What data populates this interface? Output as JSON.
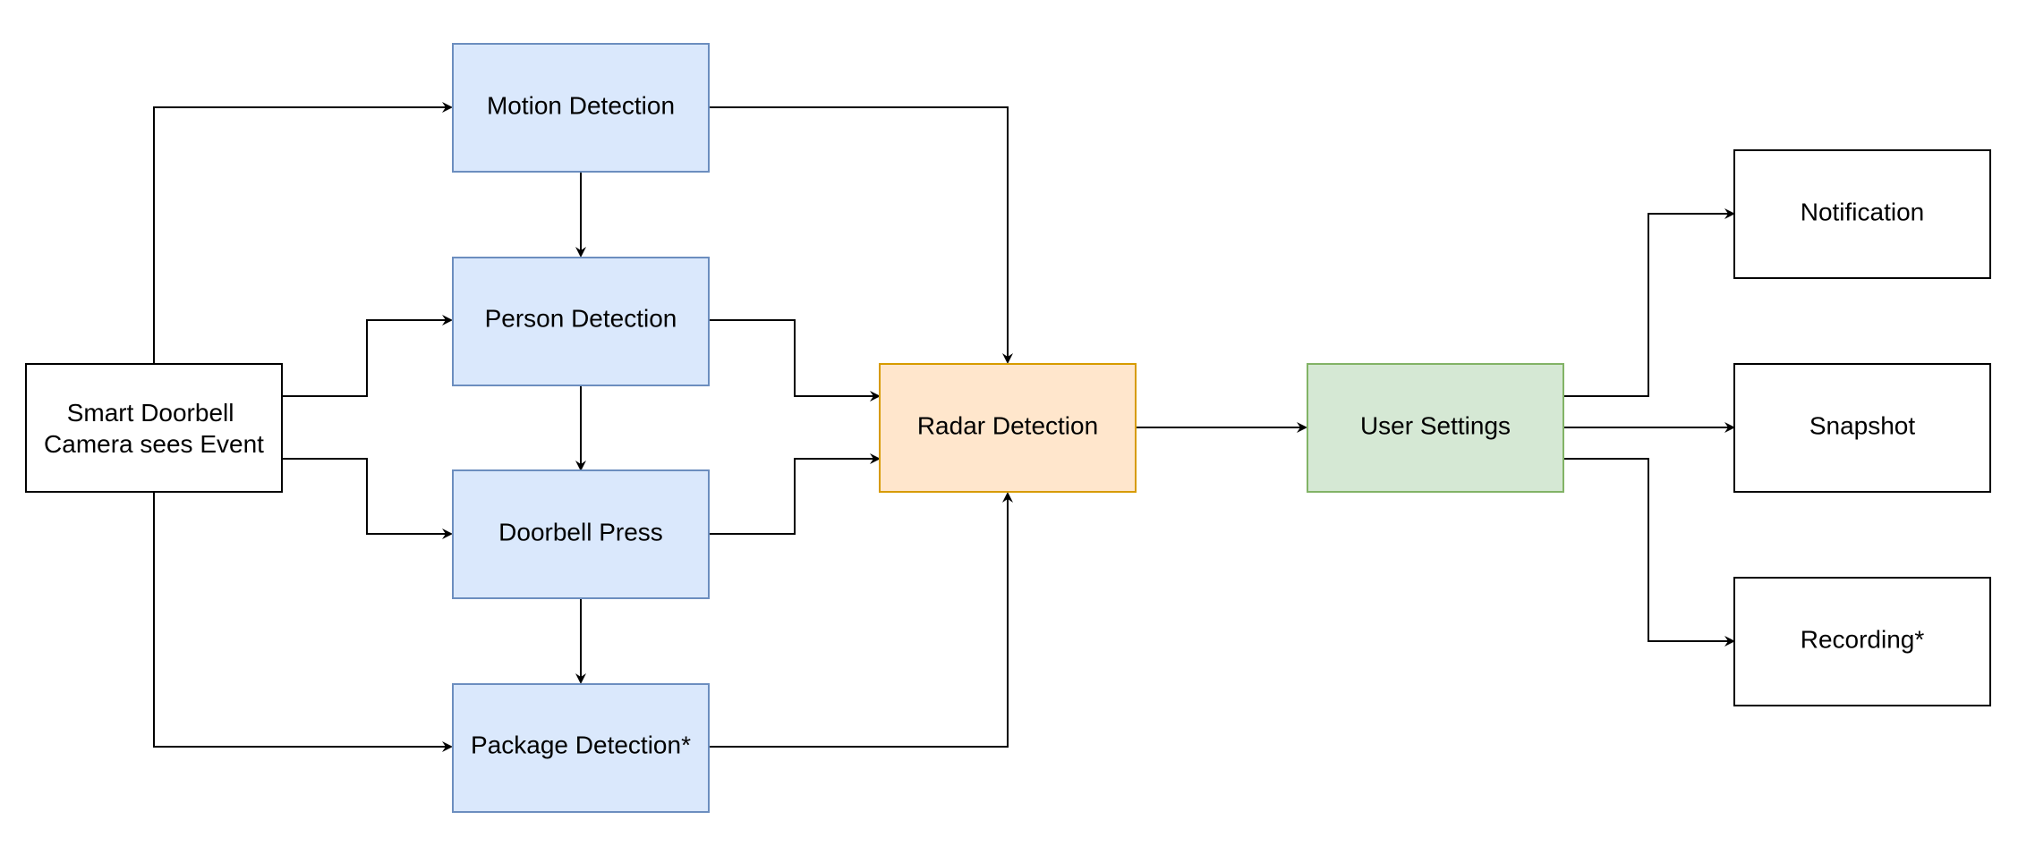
{
  "nodes": {
    "source_line1": "Smart Doorbell",
    "source_line2": "Camera sees Event",
    "motion": "Motion Detection",
    "person": "Person Detection",
    "doorbell": "Doorbell Press",
    "package": "Package Detection*",
    "radar": "Radar Detection",
    "settings": "User Settings",
    "notification": "Notification",
    "snapshot": "Snapshot",
    "recording": "Recording*"
  },
  "colors": {
    "detection_fill": "#dae8fc",
    "detection_stroke": "#6c8ebf",
    "radar_fill": "#ffe6cc",
    "radar_stroke": "#d79b00",
    "settings_fill": "#d5e8d4",
    "settings_stroke": "#82b366",
    "plain_fill": "#ffffff",
    "plain_stroke": "#000000",
    "edge": "#000000"
  }
}
